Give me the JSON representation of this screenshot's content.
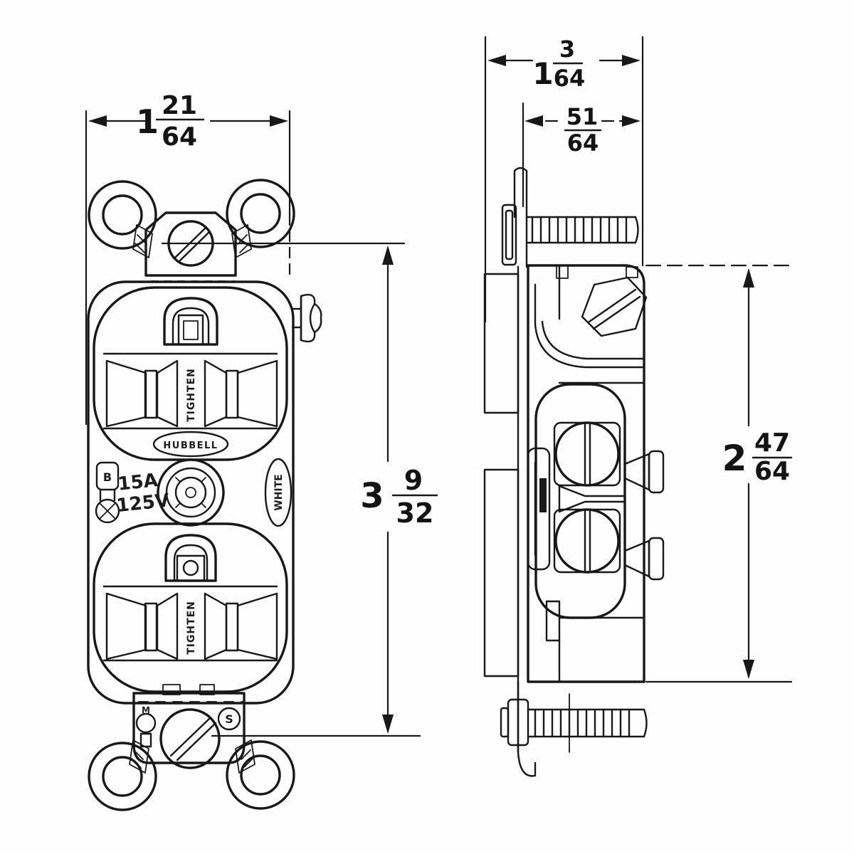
{
  "drawing": {
    "type": "dimensioned outline drawing of a duplex electrical receptacle, front and side views",
    "front": {
      "width": {
        "whole": "1",
        "num": "21",
        "den": "64"
      },
      "height": {
        "whole": "3",
        "num": "9",
        "den": "32"
      },
      "brand": "HUBBELL",
      "amps": "15A",
      "volts": "125V",
      "tighten": "TIGHTEN",
      "white": "WHITE",
      "black_initial": "B",
      "s_marker": "S",
      "m_marker": "M"
    },
    "side": {
      "overall_depth": {
        "whole": "1",
        "num": "3",
        "den": "64"
      },
      "body_depth": {
        "whole": "",
        "num": "51",
        "den": "64"
      },
      "mounted_height": {
        "whole": "2",
        "num": "47",
        "den": "64"
      }
    }
  }
}
